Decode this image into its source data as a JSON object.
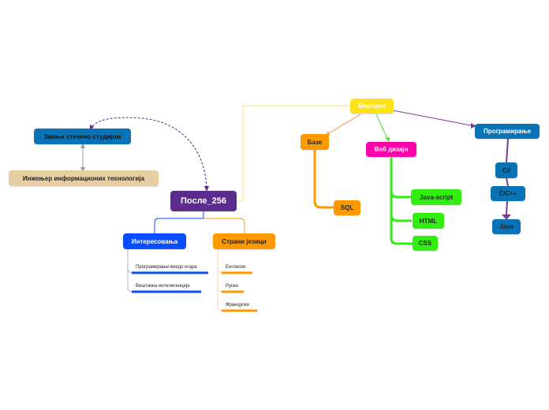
{
  "colors": {
    "root": "#5b2c8c",
    "skills": "#ffe11a",
    "databases": "#ff9900",
    "web": "#ff00aa",
    "programming": "#0a73b5",
    "green": "#33ee11",
    "interests": "#0a4cff",
    "languages": "#ff9900",
    "degree": "#0a73b5",
    "engineer": "#e8cfa3",
    "connector_yellow": "#f3e57a",
    "connector_orange": "#ff8a33",
    "connector_green": "#55dd33",
    "connector_purple": "#7a3c96",
    "connector_dashed": "#5b2c8c",
    "connector_gray": "#999999"
  },
  "nodes": {
    "root": "После_256",
    "degree": "Звање стечено студијом",
    "engineer": "Инжењер информационих технологија",
    "skills": "Вештине",
    "databases": "Базе",
    "sql": "SQL",
    "web_design": "Веб дизајн",
    "javascript": "Java-script",
    "html": "HTML",
    "css": "CSS",
    "programming": "Програмирање",
    "csharp": "C#",
    "cpp": "C/C++",
    "java": "Java",
    "interests": "Интересовања",
    "interest_items": [
      "Програмирање виедо игара",
      "Вештачка интелигенција"
    ],
    "languages": "Страни језици",
    "language_items": [
      "Енглески",
      "Руски",
      "Француски"
    ]
  }
}
